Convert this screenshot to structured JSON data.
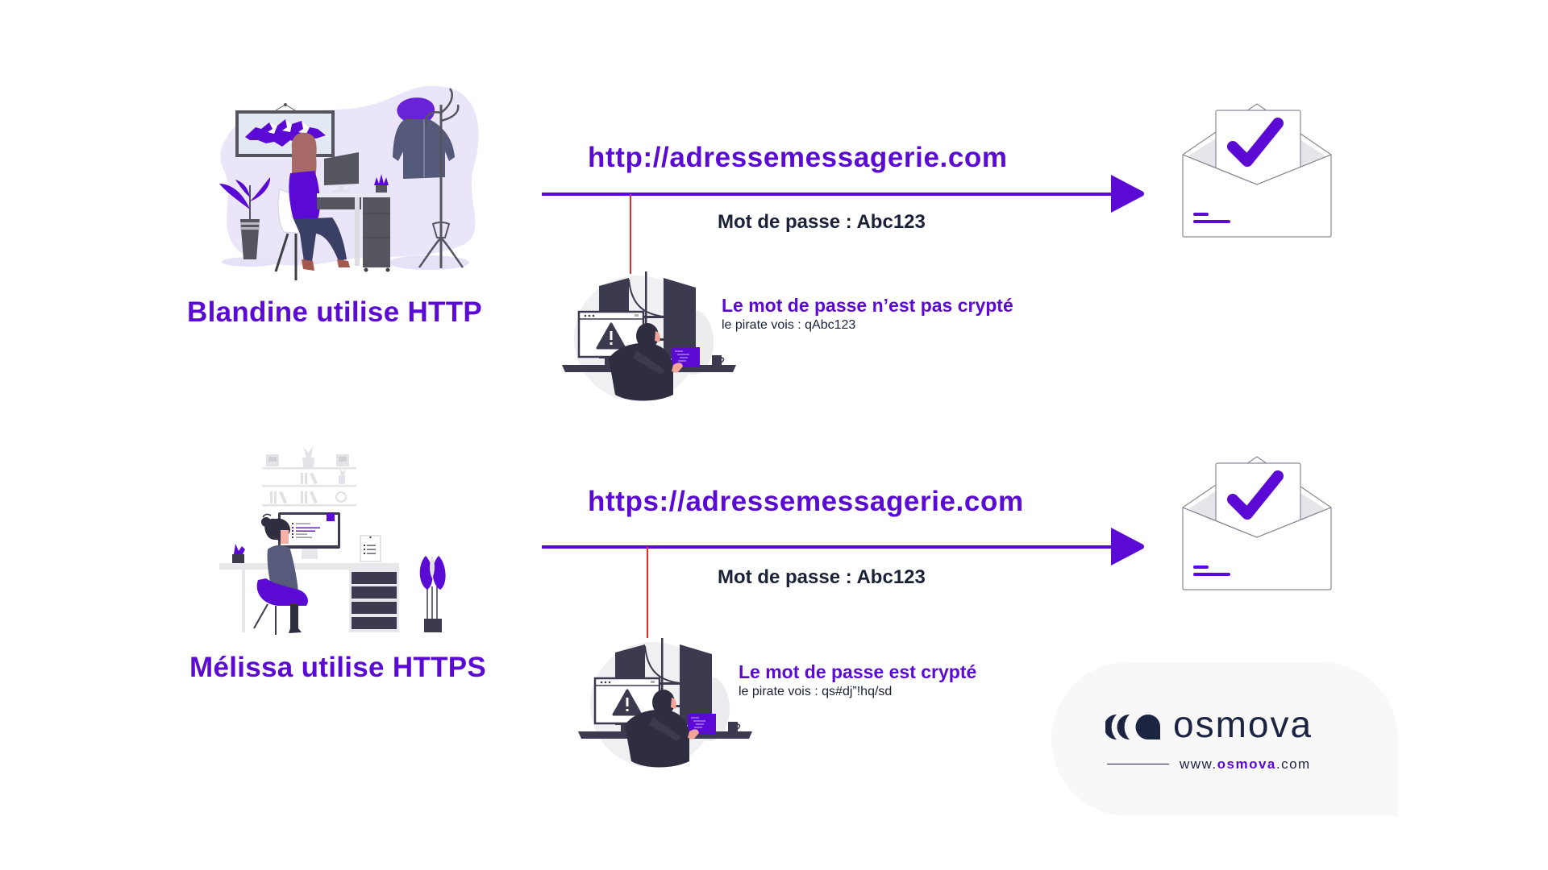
{
  "colors": {
    "accent": "#5a0ad4",
    "text_dark": "#1b2238",
    "intercept_line": "#ec2a1c",
    "logo_navy": "#1b2440",
    "card_bg": "#f8f8f9"
  },
  "scenarios": [
    {
      "persona_label": "Blandine utilise HTTP",
      "url": "http://adressemessagerie.com",
      "password_label": "Mot de passe : Abc123",
      "interception_status": "Le mot de passe n’est pas crypté",
      "pirate_sees": "le pirate vois : qAbc123",
      "icons": [
        "woman-at-desk-illustration",
        "hacker-illustration",
        "warning-icon",
        "envelope-check-icon",
        "arrow-right-icon"
      ]
    },
    {
      "persona_label": "Mélissa utilise HTTPS",
      "url": "https://adressemessagerie.com",
      "password_label": "Mot de passe : Abc123",
      "interception_status": "Le mot de passe est crypté",
      "pirate_sees": "le pirate vois : qs#dj”!hq/sd",
      "icons": [
        "woman-at-desk-illustration",
        "hacker-illustration",
        "warning-icon",
        "envelope-check-icon",
        "arrow-right-icon"
      ]
    }
  ],
  "brand": {
    "name": "osmova",
    "url_prefix": "www.",
    "url_brand": "osmova",
    "url_suffix": ".com",
    "logo_icon": "osmova-logo-icon"
  }
}
